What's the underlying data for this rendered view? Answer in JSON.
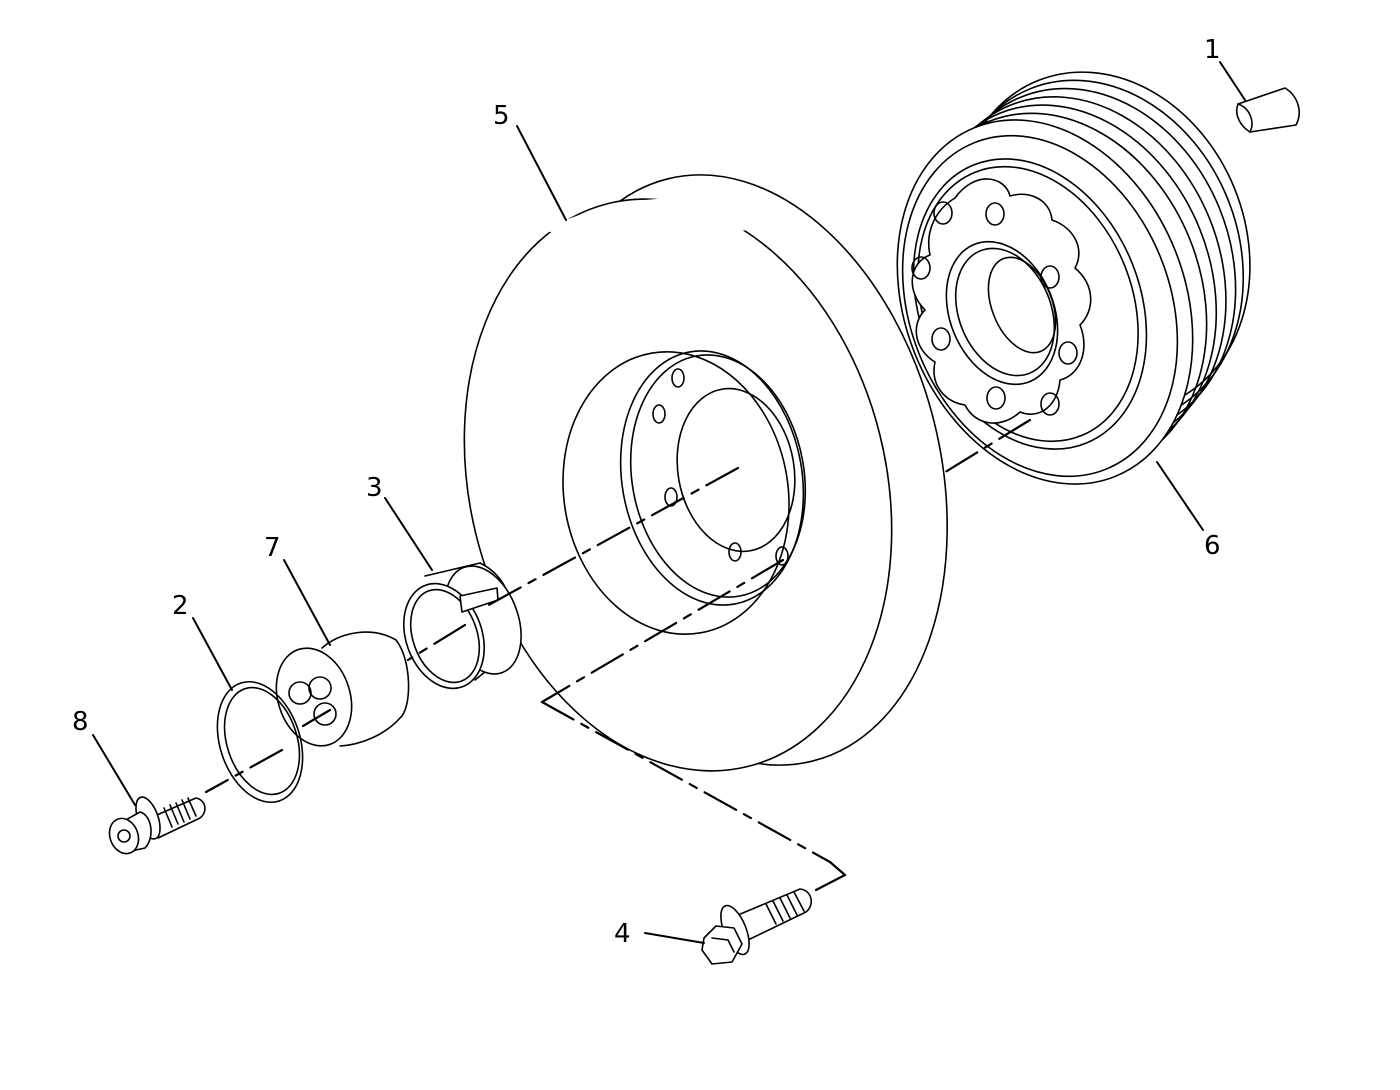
{
  "callouts": {
    "c1": "1",
    "c2": "2",
    "c3": "3",
    "c4": "4",
    "c5": "5",
    "c6": "6",
    "c7": "7",
    "c8": "8"
  },
  "colors": {
    "line": "#000000",
    "background": "#ffffff"
  },
  "parts": {
    "p1": "woodruff-key",
    "p2": "ring",
    "p3": "split-sleeve",
    "p4": "flange-bolt",
    "p5": "damper",
    "p6": "pulley",
    "p7": "adapter",
    "p8": "twelve-point-bolt"
  }
}
